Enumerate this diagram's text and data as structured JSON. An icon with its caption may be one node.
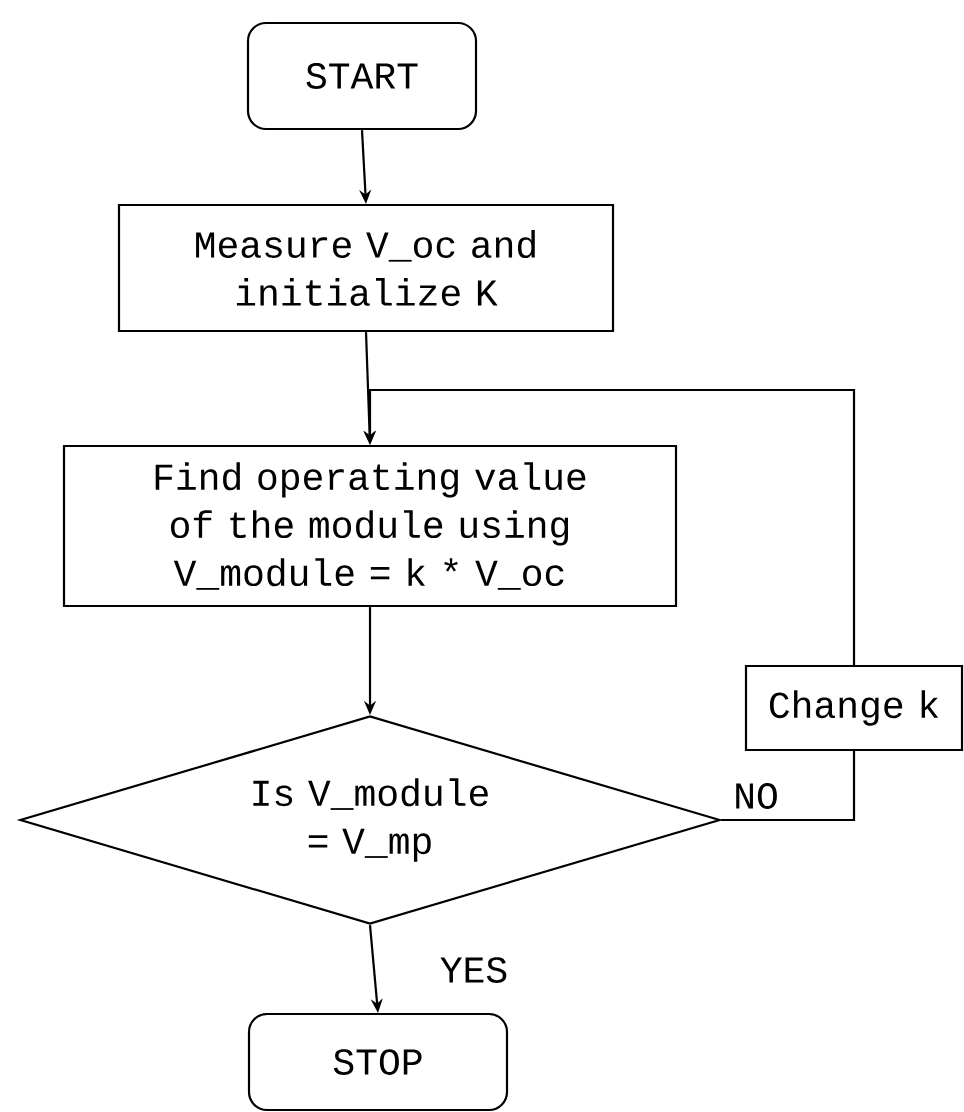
{
  "diagram": {
    "nodes": [
      {
        "text": [
          "START"
        ]
      },
      {
        "text": [
          "Measure V_oc and initialize K"
        ]
      },
      {
        "text": [
          "Find operating value of the module using V_module = k * V_oc"
        ]
      },
      {
        "text": [
          "Is V_module = V_mp"
        ]
      },
      {
        "text": [
          "Change k"
        ]
      },
      {
        "text": [
          "STOP"
        ]
      }
    ],
    "edges": [
      {
        "from": 0,
        "to": 1,
        "arrow": "to"
      },
      {
        "from": 1,
        "to": 2,
        "arrow": "to"
      },
      {
        "from": 2,
        "to": 3,
        "arrow": "to"
      },
      {
        "from": 3,
        "to": 4,
        "arrow": "none",
        "label": "NO"
      },
      {
        "from": 4,
        "to": 2,
        "arrow": "to"
      },
      {
        "from": 3,
        "to": 5,
        "arrow": "to",
        "label": "YES"
      }
    ]
  }
}
